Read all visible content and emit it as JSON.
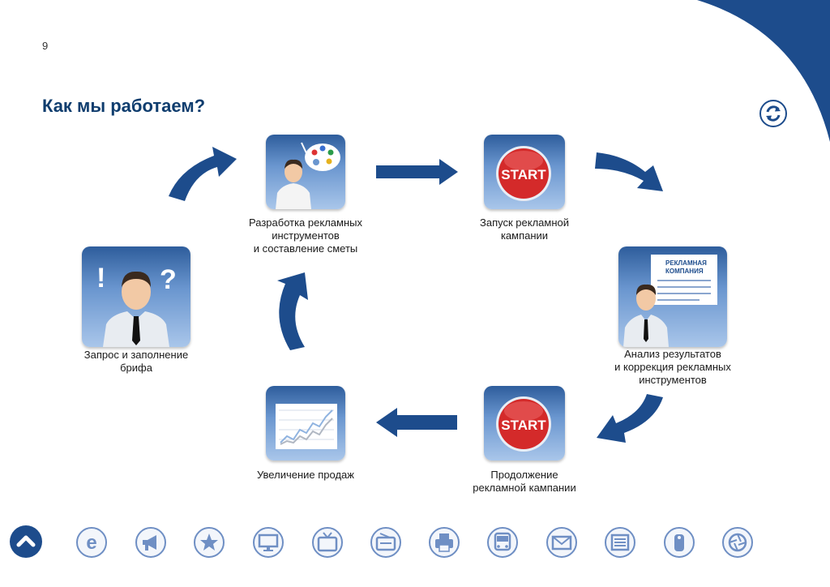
{
  "page": {
    "number": "9",
    "title": "Как мы работаем?"
  },
  "steps": [
    {
      "id": "brief",
      "label": "Запрос и заполнение\nбрифа"
    },
    {
      "id": "develop",
      "label": "Разработка рекламных\nинструментов\nи составление сметы"
    },
    {
      "id": "launch",
      "label": "Запуск рекламной\nкампании",
      "badge": "START"
    },
    {
      "id": "analysis",
      "label": "Анализ результатов\nи коррекция рекламных\nинструментов",
      "card_text": "РЕКЛАМНАЯ\nКОМПАНИЯ"
    },
    {
      "id": "continue",
      "label": "Продолжение\nрекламной кампании",
      "badge": "START"
    },
    {
      "id": "sales",
      "label": "Увеличение продаж"
    }
  ],
  "nav": {
    "up_icon": "chevron-up-icon",
    "icons": [
      "internet-explorer-icon",
      "megaphone-icon",
      "star-icon",
      "monitor-icon",
      "tv-icon",
      "radio-icon",
      "printer-icon",
      "bus-icon",
      "mail-icon",
      "newspaper-icon",
      "phone-icon",
      "camera-aperture-icon"
    ]
  },
  "colors": {
    "brand": "#1d4c8c",
    "title": "#0f3d6e",
    "start_red": "#d42a2a"
  }
}
